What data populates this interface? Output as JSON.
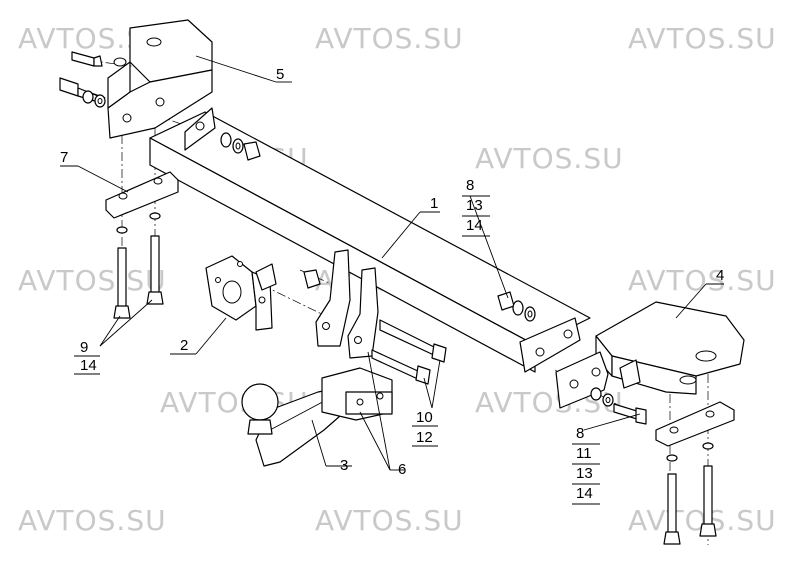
{
  "watermark_text": "AVTOS.SU",
  "labels": {
    "p1": "1",
    "p2": "2",
    "p3": "3",
    "p4": "4",
    "p5": "5",
    "p6": "6",
    "p7": "7",
    "g_top_8": "8",
    "g_top_13": "13",
    "g_top_14": "14",
    "g_left_9": "9",
    "g_left_14": "14",
    "g_mid_10": "10",
    "g_mid_12": "12",
    "g_right_8": "8",
    "g_right_11": "11",
    "g_right_13": "13",
    "g_right_14": "14"
  }
}
